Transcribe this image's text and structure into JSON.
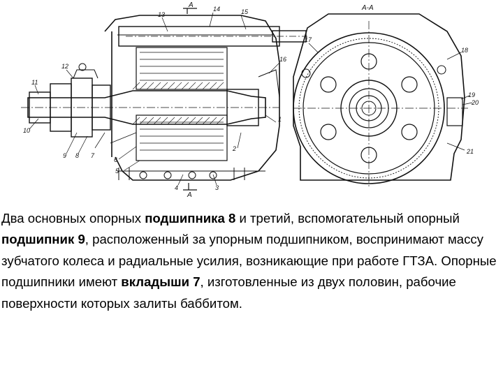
{
  "figure": {
    "section_labels": {
      "section_top": "А",
      "section_bottom": "А",
      "section_title": "А-А"
    },
    "callouts": [
      "1",
      "2",
      "3",
      "4",
      "5",
      "6",
      "7",
      "8",
      "9",
      "10",
      "11",
      "12",
      "13",
      "14",
      "15",
      "16",
      "17",
      "18",
      "19",
      "20",
      "21"
    ]
  },
  "caption": {
    "s1": "Два основных опорных ",
    "b1": "подшипника 8",
    "s2": " и третий, вспомогательный опорный ",
    "b2": "подшипник 9",
    "s3": ", расположенный за упорным подшипником, воспринимают массу зубчатого колеса и радиальные усилия, возникающие при работе ГТЗА. Опорные подшипники имеют ",
    "b3": "вкладыши 7",
    "s4": ", изготовленные из двух половин, рабочие поверхности которых залиты баббитом."
  }
}
